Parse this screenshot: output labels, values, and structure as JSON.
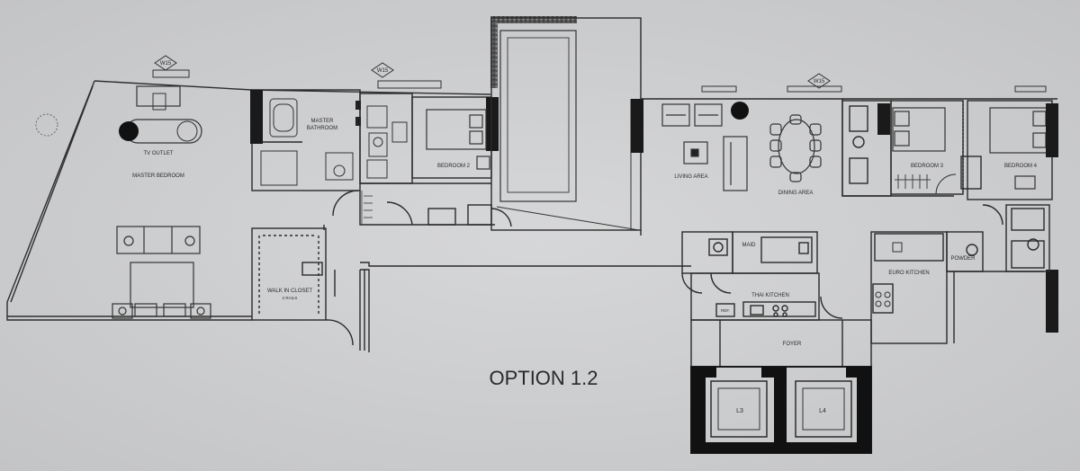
{
  "title": "OPTION 1.2",
  "tags": [
    "W15",
    "W15",
    "W15"
  ],
  "rooms": {
    "tv_outlet": "TV OUTLET",
    "master_bedroom": "MASTER BEDROOM",
    "master_bathroom_1": "MASTER",
    "master_bathroom_2": "BATHROOM",
    "bedroom_2": "BEDROOM 2",
    "walk_in_closet": "WALK IN CLOSET",
    "closet_note": "2 RAILS",
    "living_area": "LIVING AREA",
    "dining_area": "DINING AREA",
    "bedroom_3": "BEDROOM 3",
    "bedroom_4": "BEDROOM 4",
    "maid": "MAID",
    "thai_kitchen": "THAI KITCHEN",
    "euro_kitchen": "EURO KITCHEN",
    "powder": "POWDER",
    "foyer": "FOYER",
    "lift_3": "L3",
    "lift_4": "L4",
    "ref": "REF."
  },
  "colors": {
    "paper": "#cfd0d1",
    "wall": "#1a1a1a",
    "line": "#3a3a3a"
  }
}
